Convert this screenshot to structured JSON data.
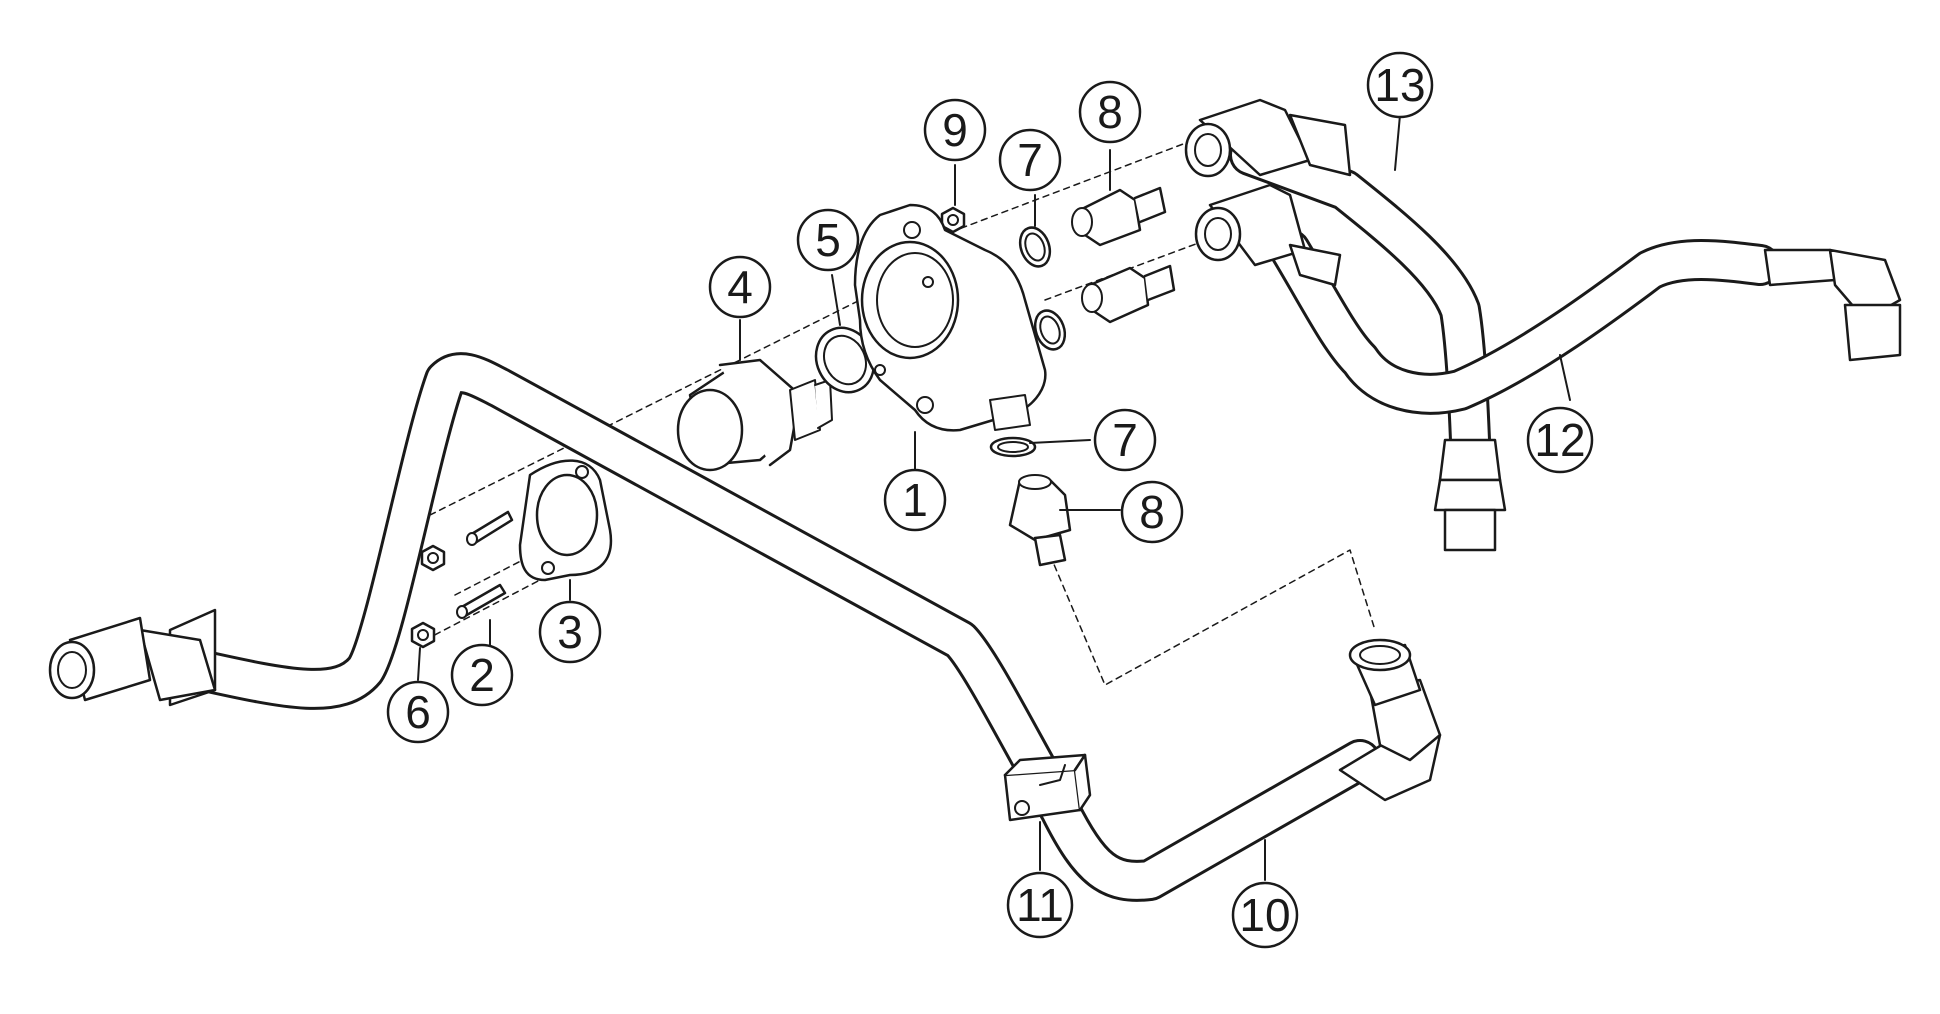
{
  "diagram": {
    "callouts": [
      "1",
      "2",
      "3",
      "4",
      "5",
      "6",
      "7",
      "8",
      "9",
      "10",
      "11",
      "12",
      "13"
    ],
    "callout_7b": "7",
    "callout_8b": "8"
  },
  "colors": {
    "ink": "#1a1a1a",
    "tube_fill": "#ffffff",
    "background": "#ffffff"
  }
}
